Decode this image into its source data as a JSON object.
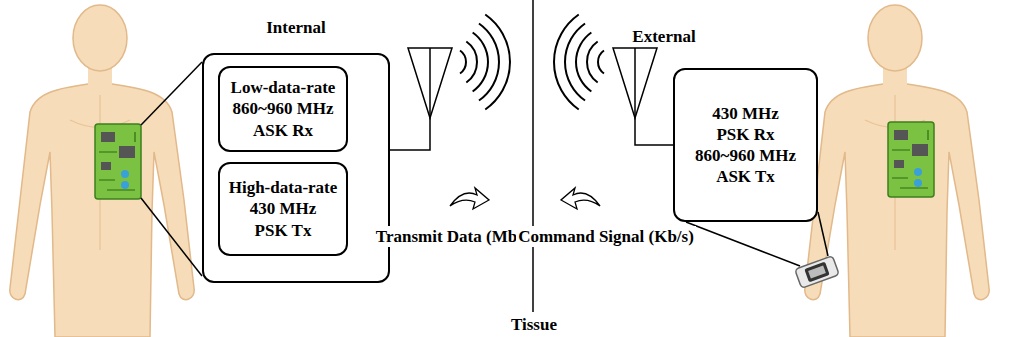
{
  "diagram": {
    "nodes": [
      {
        "text": [
          "Internal"
        ]
      },
      {
        "text": [
          "Low-data-rate 860~960 MHz ASK Rx"
        ],
        "in": 0
      },
      {
        "text": [
          "High-data-rate 430 MHz PSK Tx"
        ],
        "in": 0
      },
      {
        "text": [
          "430 MHz PSK Rx 860~960 MHz ASK Tx"
        ]
      }
    ],
    "labels": [
      "External",
      "Transmit Data (Mb/s)",
      "Command Signal (Kb/s)",
      "Tissue"
    ]
  }
}
